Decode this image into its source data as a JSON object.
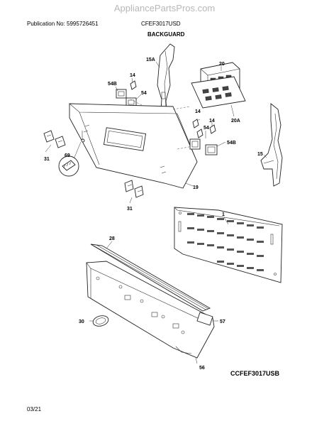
{
  "header": {
    "watermark": "AppliancePartsPros.com",
    "publication": "Publication No: 5995726451",
    "model": "CFEF3017USD",
    "section_title": "BACKGUARD"
  },
  "footer": {
    "drawing_code": "CCFEF3017USB",
    "page_date": "03/21"
  },
  "callouts": {
    "c15a": "15A",
    "c14a": "14",
    "c54ba": "54B",
    "c54a": "54",
    "c20": "20",
    "c20a": "20A",
    "c14b": "14",
    "c14c": "14",
    "c54b": "54",
    "c54bb": "54B",
    "c15": "15",
    "c69": "69",
    "c31a": "31",
    "c19": "19",
    "c31b": "31",
    "c1": "1",
    "c28": "28",
    "c30": "30",
    "c57": "57",
    "c56": "56"
  }
}
